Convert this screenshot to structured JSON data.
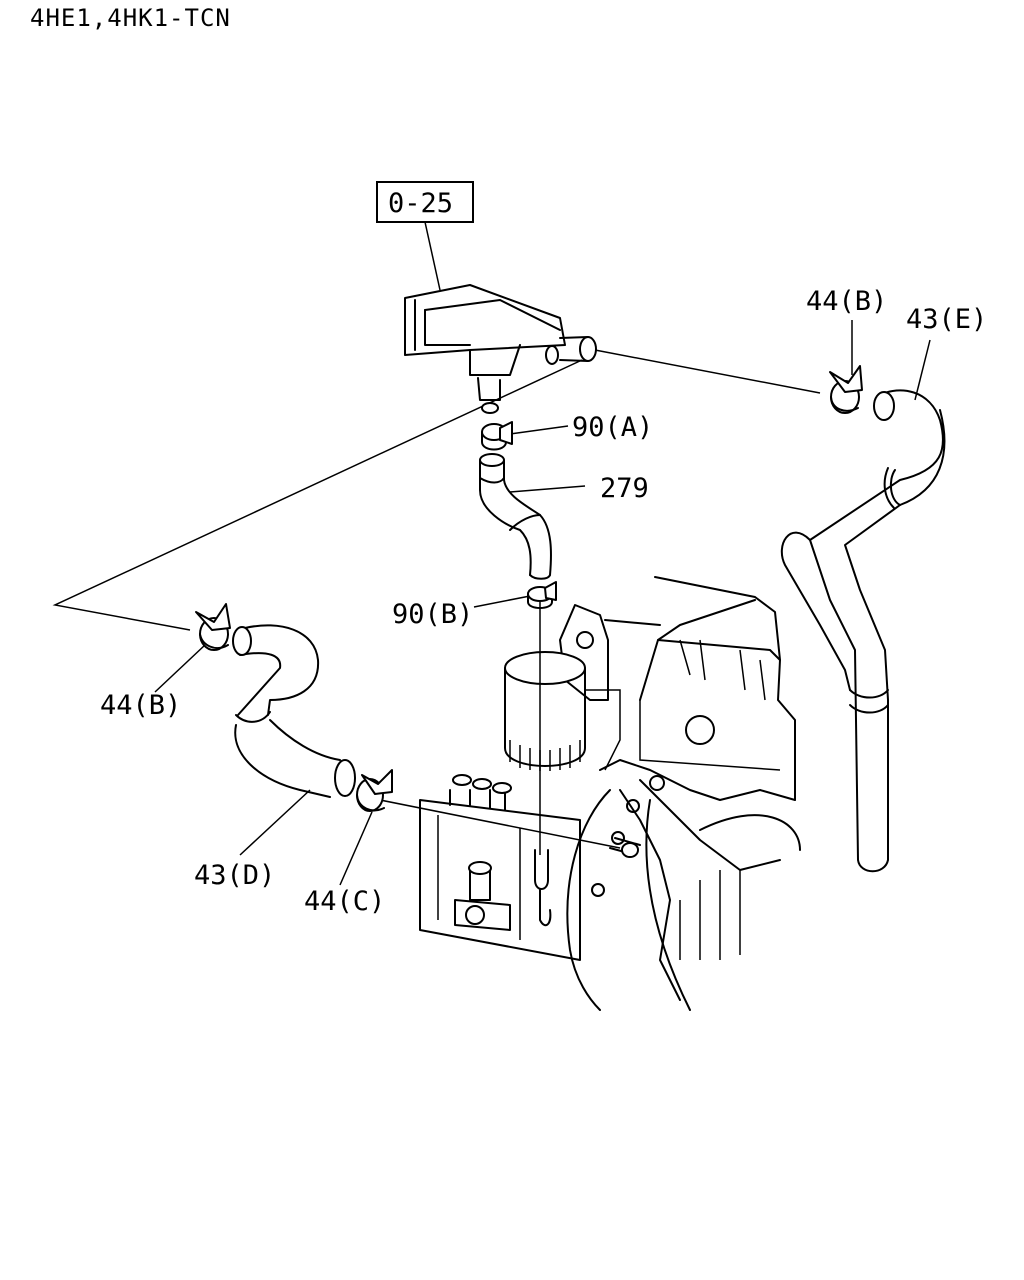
{
  "header": {
    "model_code": "4HE1,4HK1-TCN"
  },
  "callouts": {
    "ref_box": "0-25",
    "clamp_90a": "90(A)",
    "hose_279": "279",
    "clamp_90b": "90(B)",
    "clamp_44b_right": "44(B)",
    "hose_43e": "43(E)",
    "clamp_44b_left": "44(B)",
    "hose_43d": "43(D)",
    "clamp_44c": "44(C)"
  }
}
